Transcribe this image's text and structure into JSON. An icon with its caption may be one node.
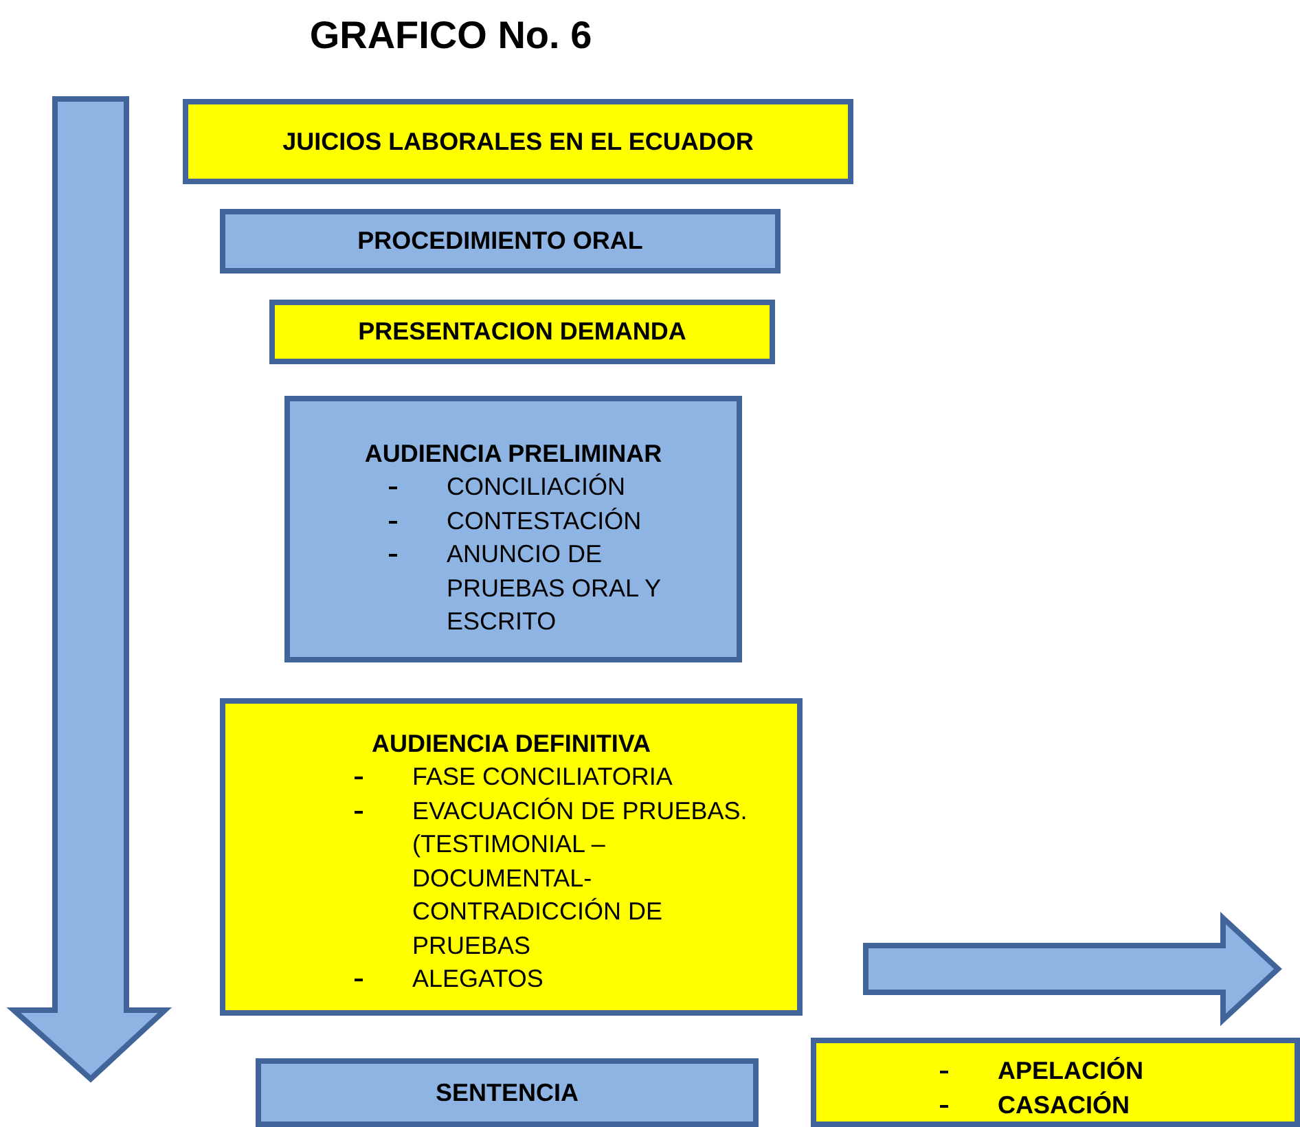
{
  "diagram": {
    "title": "GRAFICO No. 6",
    "nodes": [
      {
        "text": [
          "JUICIOS LABORALES EN EL ECUADOR"
        ]
      },
      {
        "text": [
          "PROCEDIMIENTO ORAL"
        ]
      },
      {
        "text": [
          "PRESENTACION DEMANDA"
        ]
      },
      {
        "text": [
          "AUDIENCIA PRELIMINAR",
          "CONCILIACIÓN",
          "CONTESTACIÓN",
          "ANUNCIO DE PRUEBAS ORAL Y ESCRITO"
        ]
      },
      {
        "text": [
          "AUDIENCIA DEFINITIVA",
          "FASE CONCILIATORIA",
          "EVACUACIÓN DE PRUEBAS.(TESTIMONIAL – DOCUMENTAL- CONTRADICCIÓN DE PRUEBAS",
          "ALEGATOS"
        ]
      },
      {
        "text": [
          "SENTENCIA"
        ]
      },
      {
        "text": [
          "APELACIÓN",
          "CASACIÓN"
        ]
      }
    ],
    "edges": []
  }
}
